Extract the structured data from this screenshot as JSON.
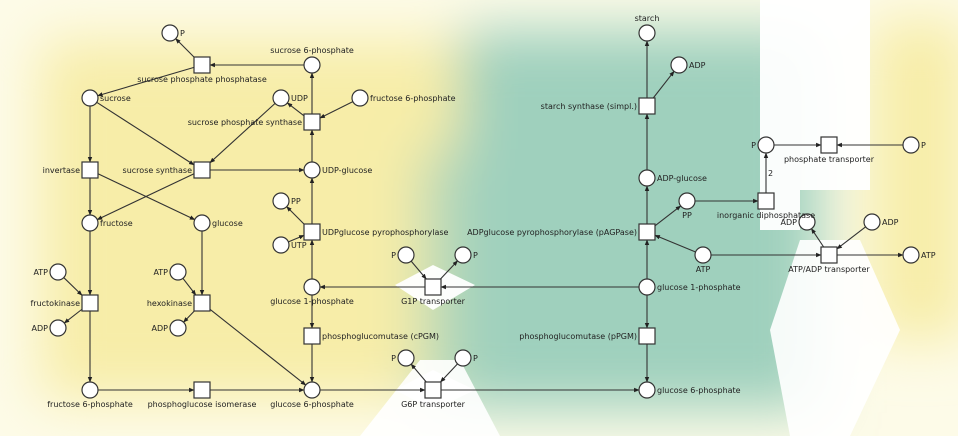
{
  "colors": {
    "cytosol": "#f7eda8",
    "plastid": "#9fd0bd",
    "background": "#ffffff"
  },
  "places": {
    "p_spp": "P",
    "s6p": "sucrose 6-phosphate",
    "sucrose": "sucrose",
    "udp": "UDP",
    "f6p_top": "fructose 6-phosphate",
    "udpglc": "UDP-glucose",
    "pp_c": "PP",
    "utp": "UTP",
    "fructose": "fructose",
    "glucose": "glucose",
    "atp_fk": "ATP",
    "adp_fk": "ADP",
    "atp_hk": "ATP",
    "adp_hk": "ADP",
    "g1p_c": "glucose 1-phosphate",
    "f6p_c": "fructose 6-phosphate",
    "g6p_c": "glucose 6-phosphate",
    "p_g1p_l": "P",
    "p_g1p_r": "P",
    "p_g6p_l": "P",
    "p_g6p_r": "P",
    "starch": "starch",
    "adp_ss": "ADP",
    "adpglc": "ADP-glucose",
    "pp_p": "PP",
    "p_pl": "P",
    "p_out": "P",
    "adp_pl": "ADP",
    "adp_out": "ADP",
    "atp_pl": "ATP",
    "atp_out": "ATP",
    "g1p_p": "glucose 1-phosphate",
    "g6p_p": "glucose 6-phosphate"
  },
  "transitions": {
    "spp": "sucrose phosphate phosphatase",
    "sps": "sucrose phosphate synthase",
    "inv": "invertase",
    "susy": "sucrose synthase",
    "ugp": "UDPglucose pyrophosphorylase",
    "fk": "fructokinase",
    "hk": "hexokinase",
    "cpgm": "phosphoglucomutase (cPGM)",
    "pgi": "phosphoglucose isomerase",
    "g1ptr": "G1P  transporter",
    "g6ptr": "G6P transporter",
    "ss": "starch synthase (simpl.)",
    "agp": "ADPglucose pyrophosphorylase (pAGPase)",
    "ipp": "inorganic diphosphatase",
    "ptr": "phosphate transporter",
    "aatr": "ATP/ADP transporter",
    "ppgm": "phosphoglucomutase (pPGM)"
  },
  "arcs": [
    [
      "spp",
      "p_spp"
    ],
    [
      "s6p",
      "spp"
    ],
    [
      "spp",
      "sucrose"
    ],
    [
      "sps",
      "s6p"
    ],
    [
      "udpglc",
      "sps"
    ],
    [
      "f6p_top",
      "sps"
    ],
    [
      "sps",
      "udp"
    ],
    [
      "sucrose",
      "inv"
    ],
    [
      "sucrose",
      "susy"
    ],
    [
      "udp",
      "susy"
    ],
    [
      "susy",
      "udpglc"
    ],
    [
      "susy",
      "fructose"
    ],
    [
      "inv",
      "fructose"
    ],
    [
      "inv",
      "glucose"
    ],
    [
      "fructose",
      "fk"
    ],
    [
      "atp_fk",
      "fk"
    ],
    [
      "fk",
      "adp_fk"
    ],
    [
      "fk",
      "f6p_c"
    ],
    [
      "glucose",
      "hk"
    ],
    [
      "atp_hk",
      "hk"
    ],
    [
      "hk",
      "adp_hk"
    ],
    [
      "hk",
      "g6p_c"
    ],
    [
      "f6p_c",
      "pgi"
    ],
    [
      "pgi",
      "g6p_c"
    ],
    [
      "g1p_c",
      "cpgm"
    ],
    [
      "cpgm",
      "g6p_c"
    ],
    [
      "g1p_c",
      "ugp"
    ],
    [
      "utp",
      "ugp"
    ],
    [
      "ugp",
      "pp_c"
    ],
    [
      "ugp",
      "udpglc"
    ],
    [
      "g1ptr",
      "g1p_c"
    ],
    [
      "g1p_p",
      "g1ptr"
    ],
    [
      "p_g1p_l",
      "g1ptr"
    ],
    [
      "g1ptr",
      "p_g1p_r"
    ],
    [
      "g6p_c",
      "g6ptr"
    ],
    [
      "g6ptr",
      "g6p_p"
    ],
    [
      "p_g6p_r",
      "g6ptr"
    ],
    [
      "g6ptr",
      "p_g6p_l"
    ],
    [
      "g1p_p",
      "agp"
    ],
    [
      "atp_pl",
      "agp"
    ],
    [
      "agp",
      "adpglc"
    ],
    [
      "agp",
      "pp_p"
    ],
    [
      "pp_p",
      "ipp"
    ],
    [
      "ipp",
      "p_pl",
      "2"
    ],
    [
      "p_pl",
      "ptr"
    ],
    [
      "p_out",
      "ptr"
    ],
    [
      "adpglc",
      "ss"
    ],
    [
      "ss",
      "starch"
    ],
    [
      "ss",
      "adp_ss"
    ],
    [
      "g1p_p",
      "ppgm"
    ],
    [
      "ppgm",
      "g6p_p"
    ],
    [
      "atp_pl",
      "aatr"
    ],
    [
      "adp_out",
      "aatr"
    ],
    [
      "aatr",
      "adp_pl"
    ],
    [
      "aatr",
      "atp_out"
    ]
  ]
}
